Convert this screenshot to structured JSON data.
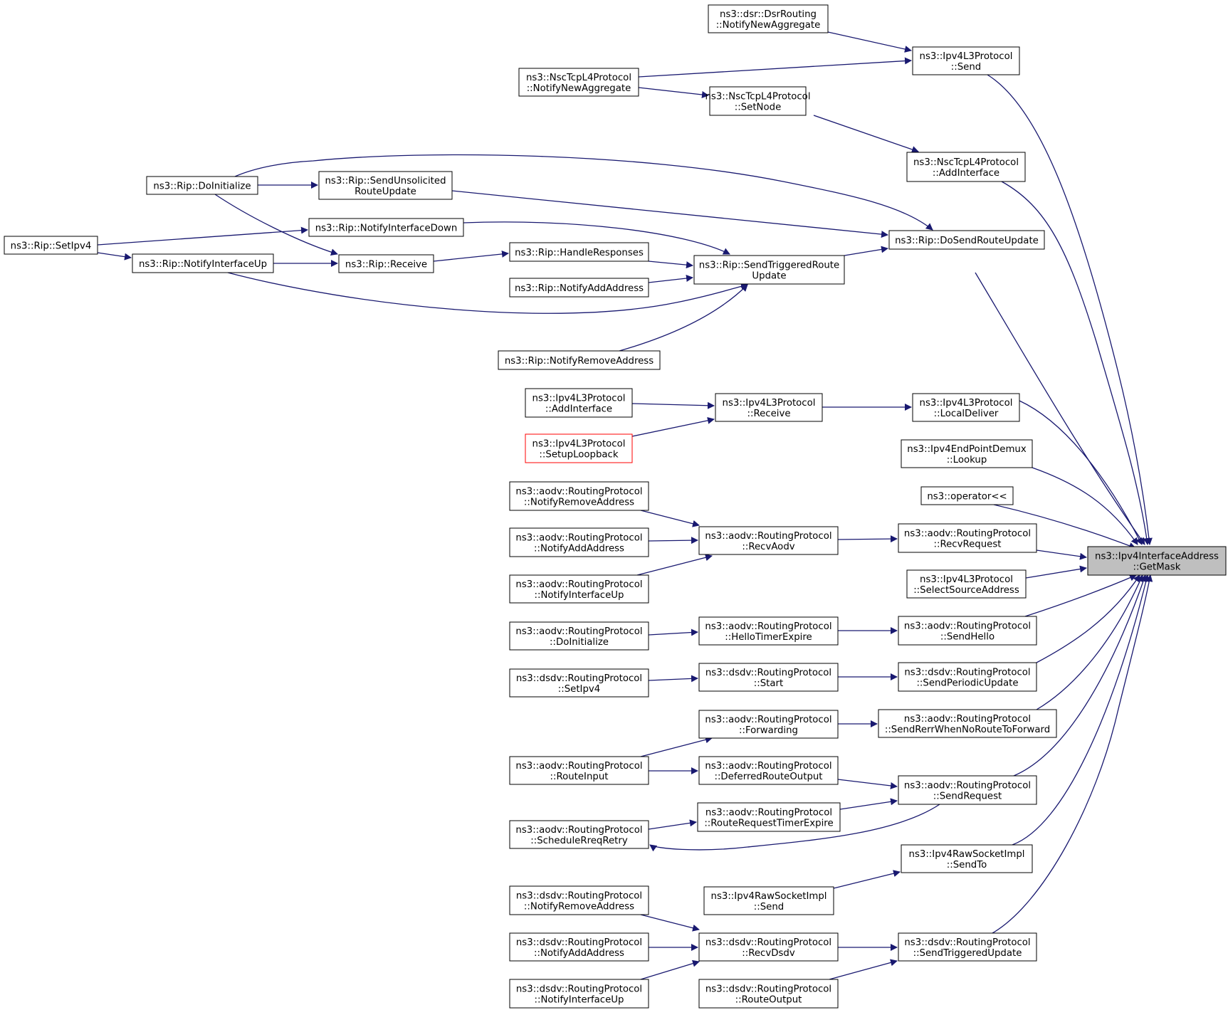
{
  "colors": {
    "edge": "#191970",
    "border": "#000000",
    "highlight_border": "#ff0000",
    "target_fill": "#bfbfbf",
    "node_fill": "#ffffff",
    "text": "#000000"
  },
  "nodes": {
    "target": [
      "ns3::Ipv4InterfaceAddress",
      "::GetMask"
    ],
    "dsr_notify": [
      "ns3::dsr::DsrRouting",
      "::NotifyNewAggregate"
    ],
    "l3_send": [
      "ns3::Ipv4L3Protocol",
      "::Send"
    ],
    "nsc_notify": [
      "ns3::NscTcpL4Protocol",
      "::NotifyNewAggregate"
    ],
    "nsc_setnode": [
      "ns3::NscTcpL4Protocol",
      "::SetNode"
    ],
    "nsc_addif": [
      "ns3::NscTcpL4Protocol",
      "::AddInterface"
    ],
    "rip_doinit": [
      "ns3::Rip::DoInitialize"
    ],
    "rip_sendunsol": [
      "ns3::Rip::SendUnsolicited",
      "RouteUpdate"
    ],
    "rip_dosend": [
      "ns3::Rip::DoSendRouteUpdate"
    ],
    "rip_setipv4": [
      "ns3::Rip::SetIpv4"
    ],
    "rip_ifdown": [
      "ns3::Rip::NotifyInterfaceDown"
    ],
    "rip_ifup": [
      "ns3::Rip::NotifyInterfaceUp"
    ],
    "rip_receive": [
      "ns3::Rip::Receive"
    ],
    "rip_handle": [
      "ns3::Rip::HandleResponses"
    ],
    "rip_trig": [
      "ns3::Rip::SendTriggeredRoute",
      "Update"
    ],
    "rip_addaddr": [
      "ns3::Rip::NotifyAddAddress"
    ],
    "rip_rmaddr": [
      "ns3::Rip::NotifyRemoveAddress"
    ],
    "l3_addif": [
      "ns3::Ipv4L3Protocol",
      "::AddInterface"
    ],
    "l3_receive": [
      "ns3::Ipv4L3Protocol",
      "::Receive"
    ],
    "l3_localdeliver": [
      "ns3::Ipv4L3Protocol",
      "::LocalDeliver"
    ],
    "l3_loopback": [
      "ns3::Ipv4L3Protocol",
      "::SetupLoopback"
    ],
    "epdemux": [
      "ns3::Ipv4EndPointDemux",
      "::Lookup"
    ],
    "op_ls": [
      "ns3::operator<<"
    ],
    "aodv_rmaddr": [
      "ns3::aodv::RoutingProtocol",
      "::NotifyRemoveAddress"
    ],
    "aodv_recvaodv": [
      "ns3::aodv::RoutingProtocol",
      "::RecvAodv"
    ],
    "aodv_recvreq": [
      "ns3::aodv::RoutingProtocol",
      "::RecvRequest"
    ],
    "aodv_addaddr": [
      "ns3::aodv::RoutingProtocol",
      "::NotifyAddAddress"
    ],
    "l3_selsrc": [
      "ns3::Ipv4L3Protocol",
      "::SelectSourceAddress"
    ],
    "aodv_ifup": [
      "ns3::aodv::RoutingProtocol",
      "::NotifyInterfaceUp"
    ],
    "aodv_doinit": [
      "ns3::aodv::RoutingProtocol",
      "::DoInitialize"
    ],
    "aodv_hellotimer": [
      "ns3::aodv::RoutingProtocol",
      "::HelloTimerExpire"
    ],
    "aodv_sendhello": [
      "ns3::aodv::RoutingProtocol",
      "::SendHello"
    ],
    "dsdv_setipv4": [
      "ns3::dsdv::RoutingProtocol",
      "::SetIpv4"
    ],
    "dsdv_start": [
      "ns3::dsdv::RoutingProtocol",
      "::Start"
    ],
    "dsdv_periodic": [
      "ns3::dsdv::RoutingProtocol",
      "::SendPeriodicUpdate"
    ],
    "aodv_forwarding": [
      "ns3::aodv::RoutingProtocol",
      "::Forwarding"
    ],
    "aodv_rerr": [
      "ns3::aodv::RoutingProtocol",
      "::SendRerrWhenNoRouteToForward"
    ],
    "aodv_routeinput": [
      "ns3::aodv::RoutingProtocol",
      "::RouteInput"
    ],
    "aodv_deferred": [
      "ns3::aodv::RoutingProtocol",
      "::DeferredRouteOutput"
    ],
    "aodv_sendreq": [
      "ns3::aodv::RoutingProtocol",
      "::SendRequest"
    ],
    "aodv_rrtimer": [
      "ns3::aodv::RoutingProtocol",
      "::RouteRequestTimerExpire"
    ],
    "aodv_schedretry": [
      "ns3::aodv::RoutingProtocol",
      "::ScheduleRreqRetry"
    ],
    "raw_sendto": [
      "ns3::Ipv4RawSocketImpl",
      "::SendTo"
    ],
    "raw_send": [
      "ns3::Ipv4RawSocketImpl",
      "::Send"
    ],
    "dsdv_rmaddr": [
      "ns3::dsdv::RoutingProtocol",
      "::NotifyRemoveAddress"
    ],
    "dsdv_recv": [
      "ns3::dsdv::RoutingProtocol",
      "::RecvDsdv"
    ],
    "dsdv_trig": [
      "ns3::dsdv::RoutingProtocol",
      "::SendTriggeredUpdate"
    ],
    "dsdv_addaddr": [
      "ns3::dsdv::RoutingProtocol",
      "::NotifyAddAddress"
    ],
    "dsdv_ifup": [
      "ns3::dsdv::RoutingProtocol",
      "::NotifyInterfaceUp"
    ],
    "dsdv_routeout": [
      "ns3::dsdv::RoutingProtocol",
      "::RouteOutput"
    ]
  }
}
